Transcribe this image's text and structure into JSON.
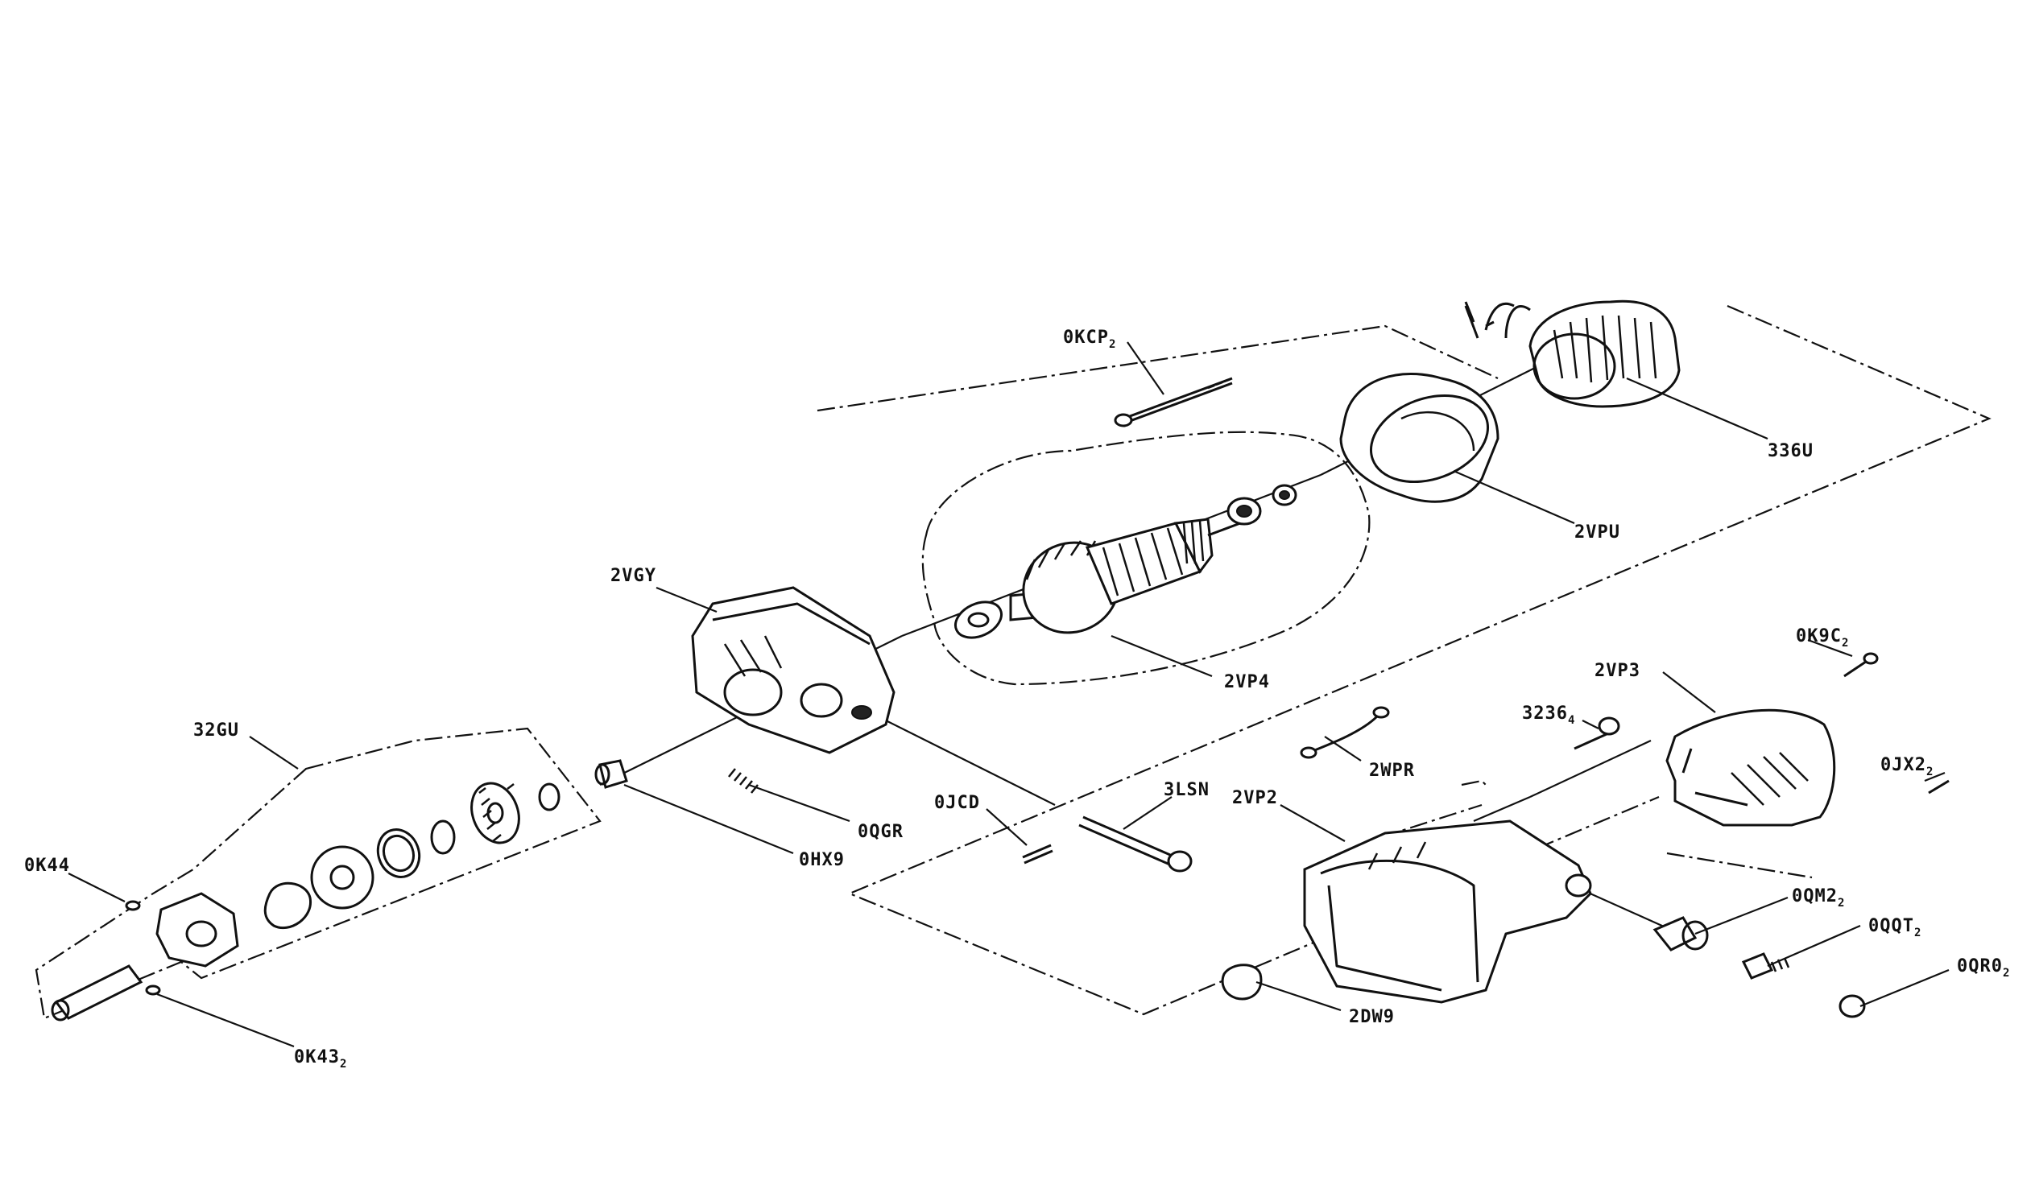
{
  "parts": [
    {
      "id": "0KCP",
      "sub": "2"
    },
    {
      "id": "336U",
      "sub": ""
    },
    {
      "id": "2VPU",
      "sub": ""
    },
    {
      "id": "2VGY",
      "sub": ""
    },
    {
      "id": "2VP4",
      "sub": ""
    },
    {
      "id": "0K9C",
      "sub": "2"
    },
    {
      "id": "2VP3",
      "sub": ""
    },
    {
      "id": "3236",
      "sub": "4"
    },
    {
      "id": "0JX2",
      "sub": "2"
    },
    {
      "id": "32GU",
      "sub": ""
    },
    {
      "id": "2WPR",
      "sub": ""
    },
    {
      "id": "0JCD",
      "sub": ""
    },
    {
      "id": "3LSN",
      "sub": ""
    },
    {
      "id": "2VP2",
      "sub": ""
    },
    {
      "id": "0QGR",
      "sub": ""
    },
    {
      "id": "0HX9",
      "sub": ""
    },
    {
      "id": "0K44",
      "sub": ""
    },
    {
      "id": "0QM2",
      "sub": "2"
    },
    {
      "id": "0QQT",
      "sub": "2"
    },
    {
      "id": "0QR0",
      "sub": "2"
    },
    {
      "id": "2DW9",
      "sub": ""
    },
    {
      "id": "0K43",
      "sub": "2"
    }
  ]
}
